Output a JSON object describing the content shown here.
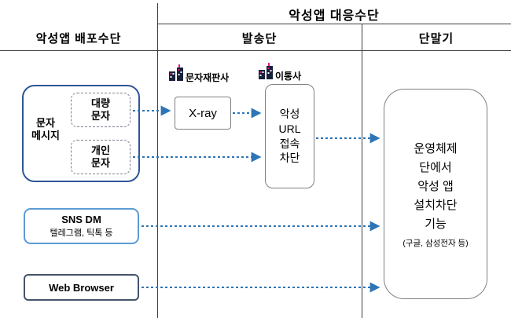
{
  "header": {
    "countermeasures_title": "악성앱 대응수단",
    "distribution_title": "악성앱 배포수단",
    "sender_column": "발송단",
    "device_column": "단말기"
  },
  "distribution": {
    "sms_group": {
      "label": "문자\n메시지",
      "bulk_sms": "대량\n문자",
      "personal_sms": "개인\n문자"
    },
    "sns_dm": {
      "title": "SNS DM",
      "subtitle": "텔레그램, 틱톡 등"
    },
    "web_browser": {
      "title": "Web Browser"
    }
  },
  "sender": {
    "reseller_label": "문자재판사",
    "xray_box": "X-ray",
    "carrier_label": "이통사",
    "url_block_box": "악성\nURL\n접속\n차단"
  },
  "device": {
    "main_text": "운영체제\n단에서\n악성 앱\n설치차단\n기능",
    "note": "(구글, 삼성전자 등)"
  },
  "colors": {
    "arrow_blue": "#2e75b6",
    "sms_border": "#2f5597",
    "sns_border": "#5b9bd5",
    "web_border": "#44546a",
    "box_border": "#7f7f7f",
    "icon_dark": "#17203a",
    "icon_pink": "#e9188c"
  }
}
